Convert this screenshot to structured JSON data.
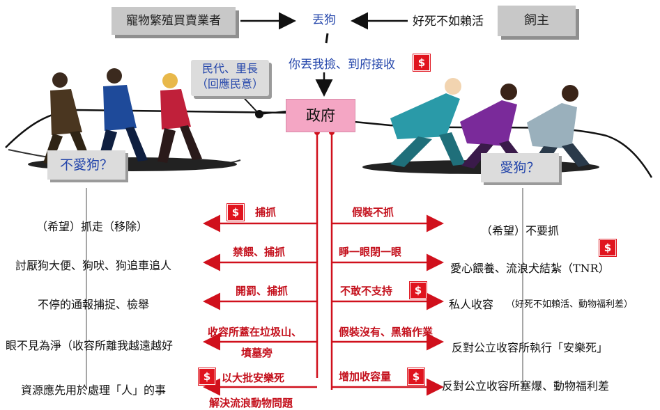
{
  "top": {
    "breeders": "寵物繁殖買賣業者",
    "abandon": "丟狗",
    "quote": "好死不如賴活",
    "owner": "飼主",
    "pickup": "你丟我撿、到府接收",
    "citizens_line1": "民代、里長",
    "citizens_line2": "（回應民意）",
    "government": "政府"
  },
  "sides": {
    "left": "不愛狗？",
    "right": "愛狗？"
  },
  "dollar": "$",
  "left_items": [
    "（希望）抓走（移除）",
    "討厭狗大便、狗吠、狗追車追人",
    "不停的通報捕捉、檢舉",
    "眼不見為淨（收容所離我越遠越好",
    "資源應先用於處理「人」的事"
  ],
  "right_items": [
    "（希望）不要抓",
    "愛心餵養、流浪犬結紮（TNR）",
    "私人收容",
    "（好死不如賴活、動物福利差）",
    "反對公立收容所執行「安樂死」",
    "反對公立收容所塞爆、動物福利差"
  ],
  "gov_left": [
    "捕抓",
    "禁餵、捕抓",
    "開罰、捕抓",
    "收容所蓋在垃圾山、",
    "墳墓旁",
    "以大批安樂死",
    "解決流浪動物問題"
  ],
  "gov_right": [
    "假裝不抓",
    "睜一眼閉一眼",
    "不敢不支持",
    "假裝沒有、黑箱作業",
    "增加收容量"
  ]
}
